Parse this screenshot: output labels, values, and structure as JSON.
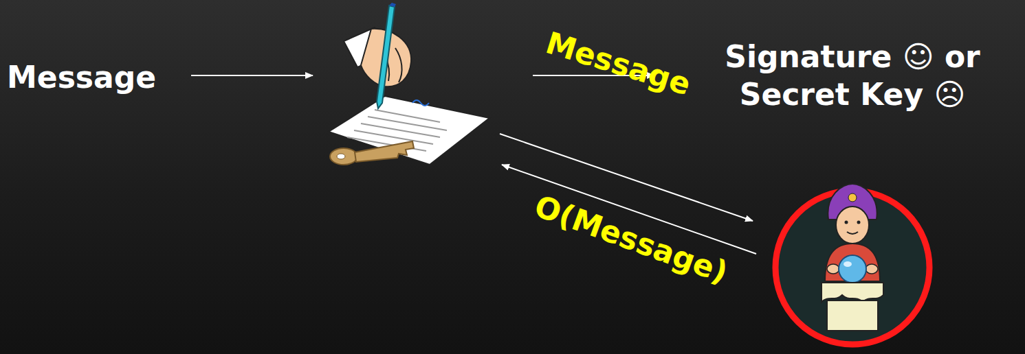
{
  "diagram": {
    "labels": [
      "Message",
      "Signature ☺ or Secret Key ☹",
      "Message",
      "O(Message)"
    ]
  }
}
